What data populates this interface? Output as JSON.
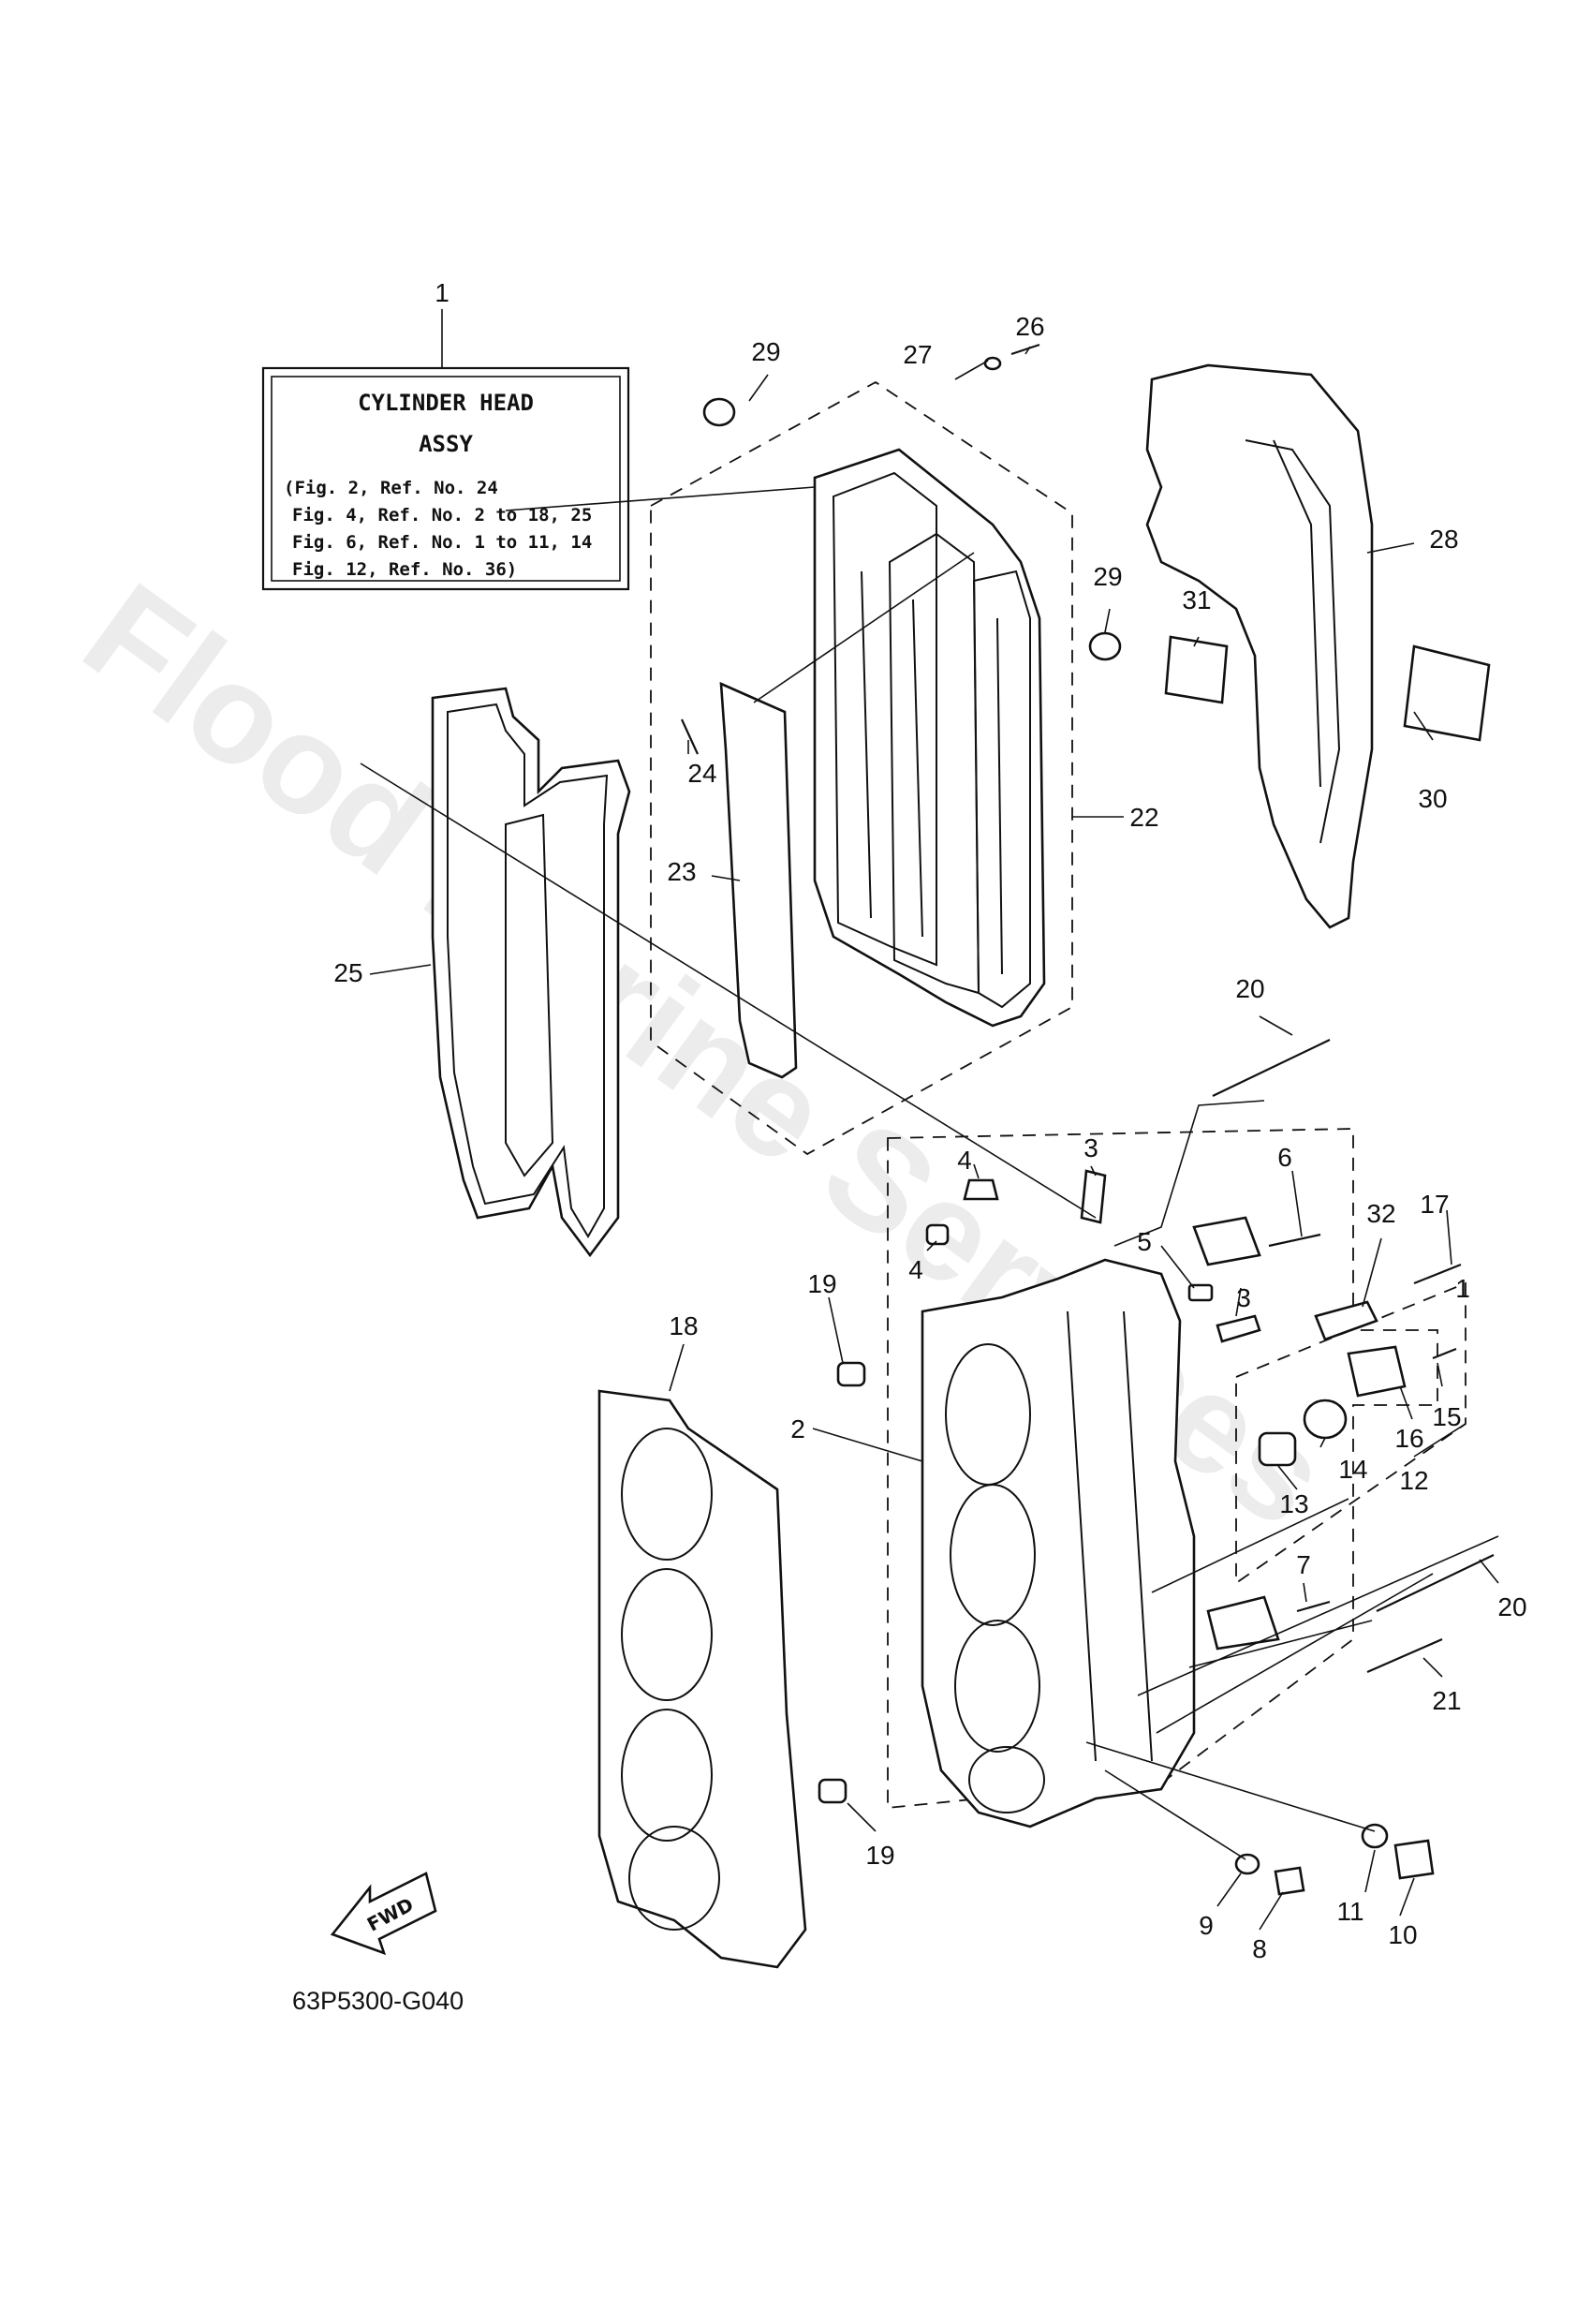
{
  "label_box": {
    "title_line1": "CYLINDER HEAD",
    "title_line2": "ASSY",
    "refs": [
      "(Fig. 2, Ref. No. 24",
      "Fig. 4, Ref. No. 2 to 18, 25",
      "Fig. 6, Ref. No. 1 to 11, 14",
      "Fig. 12, Ref. No. 36)"
    ]
  },
  "callouts": [
    {
      "id": "c1",
      "text": "1"
    },
    {
      "id": "c2",
      "text": "2"
    },
    {
      "id": "c3a",
      "text": "3"
    },
    {
      "id": "c3b",
      "text": "3"
    },
    {
      "id": "c4a",
      "text": "4"
    },
    {
      "id": "c4b",
      "text": "4"
    },
    {
      "id": "c5",
      "text": "5"
    },
    {
      "id": "c6",
      "text": "6"
    },
    {
      "id": "c7",
      "text": "7"
    },
    {
      "id": "c8",
      "text": "8"
    },
    {
      "id": "c9",
      "text": "9"
    },
    {
      "id": "c10",
      "text": "10"
    },
    {
      "id": "c11",
      "text": "11"
    },
    {
      "id": "c12",
      "text": "12"
    },
    {
      "id": "c13",
      "text": "13"
    },
    {
      "id": "c14",
      "text": "14"
    },
    {
      "id": "c15",
      "text": "15"
    },
    {
      "id": "c16",
      "text": "16"
    },
    {
      "id": "c17",
      "text": "17"
    },
    {
      "id": "c18",
      "text": "18"
    },
    {
      "id": "c19a",
      "text": "19"
    },
    {
      "id": "c19b",
      "text": "19"
    },
    {
      "id": "c20a",
      "text": "20"
    },
    {
      "id": "c20b",
      "text": "20"
    },
    {
      "id": "c21",
      "text": "21"
    },
    {
      "id": "c22",
      "text": "22"
    },
    {
      "id": "c23",
      "text": "23"
    },
    {
      "id": "c24",
      "text": "24"
    },
    {
      "id": "c25",
      "text": "25"
    },
    {
      "id": "c26",
      "text": "26"
    },
    {
      "id": "c27",
      "text": "27"
    },
    {
      "id": "c28",
      "text": "28"
    },
    {
      "id": "c29a",
      "text": "29"
    },
    {
      "id": "c29b",
      "text": "29"
    },
    {
      "id": "c30",
      "text": "30"
    },
    {
      "id": "c31",
      "text": "31"
    },
    {
      "id": "c32",
      "text": "32"
    },
    {
      "id": "c1b",
      "text": "1"
    }
  ],
  "fwd_label": "FWD",
  "drawing_code": "63P5300-G040",
  "watermark": "Flood Marine Services"
}
